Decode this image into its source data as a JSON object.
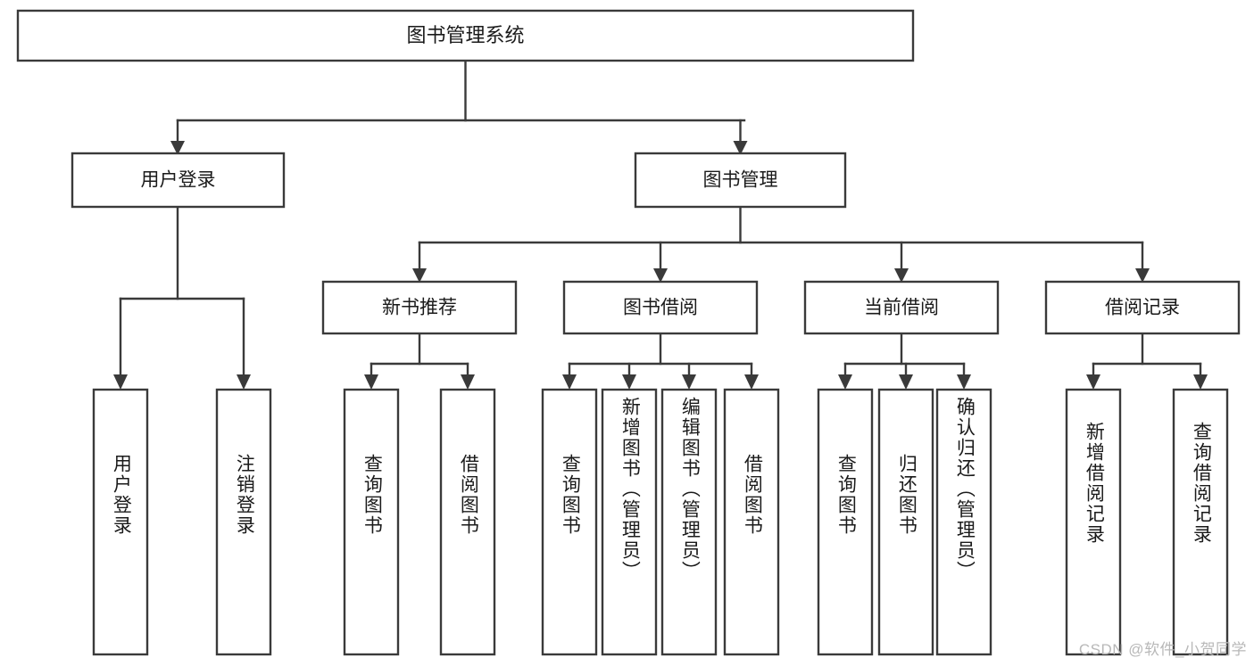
{
  "diagram": {
    "type": "tree-hierarchy",
    "title": "图书管理系统",
    "watermark": "CSDN @软件_小贺同学",
    "colors": {
      "box_fill": "#ffffff",
      "box_stroke": "#3a3a3a",
      "text": "#1a1a1a",
      "watermark": "#b8b8b8",
      "background": "#ffffff"
    },
    "levels": {
      "root": {
        "label": "图书管理系统"
      },
      "level2": [
        {
          "id": "user-login",
          "label": "用户登录"
        },
        {
          "id": "book-management",
          "label": "图书管理"
        }
      ],
      "level3": [
        {
          "id": "new-book-recommend",
          "label": "新书推荐"
        },
        {
          "id": "book-borrow",
          "label": "图书借阅"
        },
        {
          "id": "current-borrow",
          "label": "当前借阅"
        },
        {
          "id": "borrow-record",
          "label": "借阅记录"
        }
      ],
      "leaves": {
        "user-login": [
          {
            "id": "leaf-user-login",
            "label": "用户登录"
          },
          {
            "id": "leaf-user-logout",
            "label": "注销登录"
          }
        ],
        "new-book-recommend": [
          {
            "id": "leaf-query-book-1",
            "label": "查询图书"
          },
          {
            "id": "leaf-borrow-book-1",
            "label": "借阅图书"
          }
        ],
        "book-borrow": [
          {
            "id": "leaf-query-book-2",
            "label": "查询图书"
          },
          {
            "id": "leaf-add-book",
            "label": "新增图书（管理员）"
          },
          {
            "id": "leaf-edit-book",
            "label": "编辑图书（管理员）"
          },
          {
            "id": "leaf-borrow-book-2",
            "label": "借阅图书"
          }
        ],
        "current-borrow": [
          {
            "id": "leaf-query-book-3",
            "label": "查询图书"
          },
          {
            "id": "leaf-return-book",
            "label": "归还图书"
          },
          {
            "id": "leaf-confirm-return",
            "label": "确认归还（管理员）"
          }
        ],
        "borrow-record": [
          {
            "id": "leaf-add-record",
            "label": "新增借阅记录"
          },
          {
            "id": "leaf-query-record",
            "label": "查询借阅记录"
          }
        ]
      }
    }
  }
}
